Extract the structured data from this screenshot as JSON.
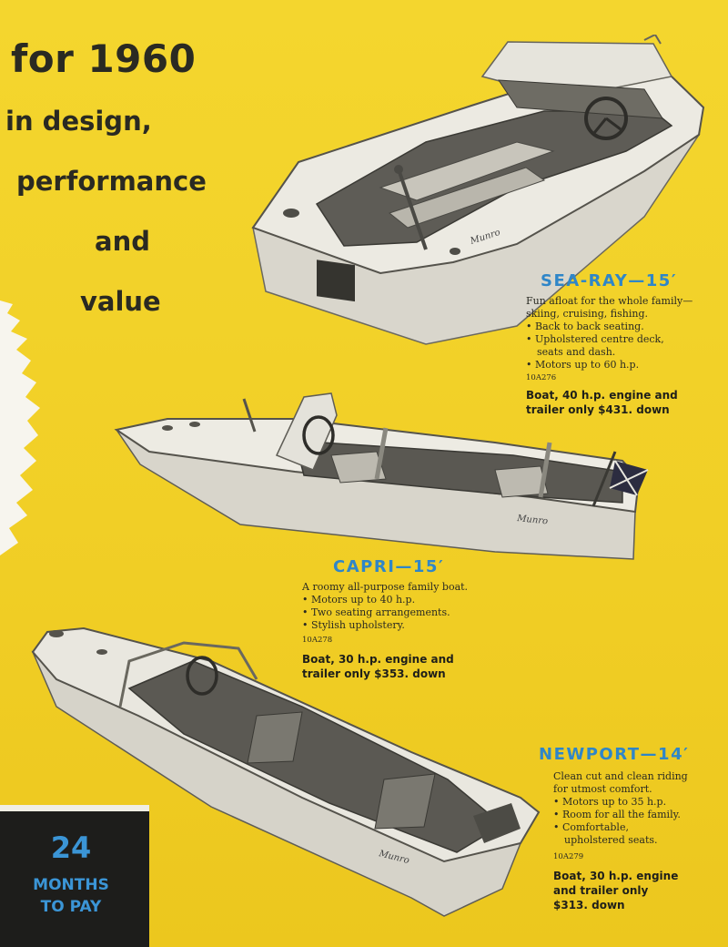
{
  "headline": {
    "line1": "for 1960",
    "line2": "in design,",
    "line3": "performance",
    "line4": "and",
    "line5": "value"
  },
  "boats": [
    {
      "model": "SEA-RAY—15′",
      "brand_mark": "Munro",
      "description": [
        "Fun afloat for the whole family—",
        "skiing, cruising, fishing.",
        "• Back to back seating.",
        "• Upholstered centre deck,",
        "seats and dash.",
        "• Motors up to 60 h.p."
      ],
      "code": "10A276",
      "price": [
        "Boat, 40 h.p. engine and",
        "trailer only $431. down"
      ]
    },
    {
      "model": "CAPRI—15′",
      "brand_mark": "Munro",
      "description": [
        "A roomy all-purpose family boat.",
        "• Motors up to 40 h.p.",
        "• Two seating arrangements.",
        "• Stylish upholstery."
      ],
      "code": "10A278",
      "price": [
        "Boat, 30 h.p. engine and",
        "trailer only $353. down"
      ]
    },
    {
      "model": "NEWPORT—14′",
      "brand_mark": "Munro",
      "description": [
        "Clean cut and clean riding",
        "for utmost comfort.",
        "• Motors up to 35 h.p.",
        "• Room for all the family.",
        "• Comfortable,",
        "upholstered seats."
      ],
      "code": "10A279",
      "price": [
        "Boat, 30 h.p. engine",
        "and trailer only",
        "$313. down"
      ]
    }
  ],
  "payment": {
    "number": "24",
    "line1": "MONTHS",
    "line2": "TO PAY"
  },
  "colors": {
    "background": "#f2d22a",
    "model_blue": "#2f86c8",
    "pay_blue": "#3b95d6",
    "dark_text": "#2a2a22"
  }
}
